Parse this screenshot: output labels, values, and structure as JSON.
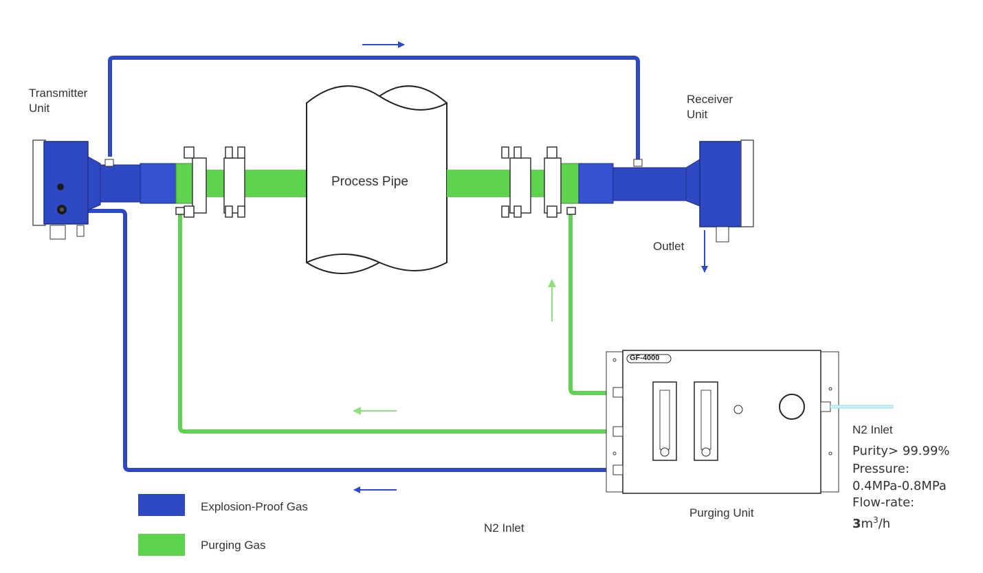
{
  "labels": {
    "transmitter_line1": "Transmitter",
    "transmitter_line2": "Unit",
    "receiver_line1": "Receiver",
    "receiver_line2": "Unit",
    "process_pipe": "Process Pipe",
    "outlet": "Outlet",
    "purging_unit": "Purging Unit",
    "n2_inlet_bottom": "N2 Inlet",
    "n2_inlet_right": "N2 Inlet",
    "model": "GF-4000"
  },
  "spec": {
    "purity": "Purity> 99.99%",
    "pressure_label": "Pressure:",
    "pressure_value": "0.4MPa-0.8MPa",
    "flow_label": "Flow-rate:",
    "flow_number": "3",
    "flow_unit": "m",
    "flow_exp": "3",
    "flow_per": "/h"
  },
  "legend": [
    {
      "label": "Explosion-Proof Gas",
      "color": "#2f48c4"
    },
    {
      "label": "Purging Gas",
      "color": "#5ed44e"
    }
  ],
  "colors": {
    "explosion_proof": "#2f48c4",
    "purging": "#5ed44e"
  }
}
